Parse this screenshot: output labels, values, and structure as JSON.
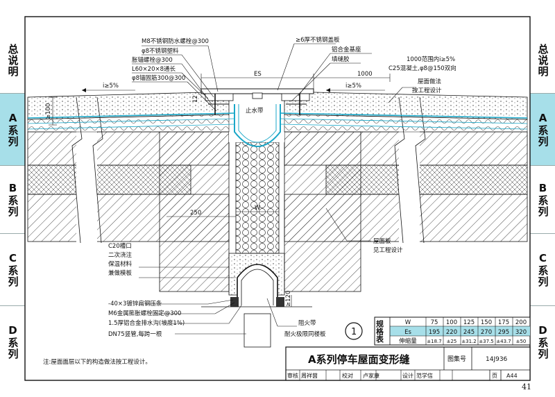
{
  "sidebar_left": [
    {
      "label": "总说明",
      "active": false
    },
    {
      "label": "A系列",
      "active": true
    },
    {
      "label": "B系列",
      "active": false
    },
    {
      "label": "C系列",
      "active": false
    },
    {
      "label": "D系列",
      "active": false
    }
  ],
  "sidebar_right": [
    {
      "label": "总说明",
      "active": false
    },
    {
      "label": "A系列",
      "active": true
    },
    {
      "label": "B系列",
      "active": false
    },
    {
      "label": "C系列",
      "active": false
    },
    {
      "label": "D系列",
      "active": false
    }
  ],
  "labels": {
    "m8_bolt": "M8不锈钢防水螺栓@300",
    "plastic_anchor": "φ8不锈钢塑料",
    "expansion_bolt": "胀锚螺栓@300",
    "angle_steel": "L60×20×8通长",
    "anchor_bar": "φ8锚固筋300@300",
    "cover_plate": "≥6厚不锈钢盖板",
    "al_base": "铝合金基座",
    "sealant": "填缝胶",
    "slope_note": "1000范围内i≥5%",
    "concrete_note": "C25混凝土,φ8@150双向",
    "roof_note_1": "屋面做法",
    "roof_note_2": "按工程设计",
    "dim_1000": "1000",
    "es": "ES",
    "slope_left": "i≥5%",
    "slope_right": "i≥5%",
    "dim_100": "≥100",
    "dim_12": "12",
    "water_stop": "止水带",
    "dim_250": "250",
    "dim_w": "W",
    "c20_1": "C20槽口",
    "c20_2": "二次浇注",
    "insulation": "保温材料",
    "formwork": "兼做模板",
    "slab_1": "屋面板",
    "slab_2": "见工程设计",
    "strip": "-40×3镀锌扁钢压条",
    "m6": "M6金属膨胀螺栓固定@300",
    "gutter": "1.5厚铝合金排水沟(坡度1%)",
    "downpipe": "DN75竖管,每跨一根",
    "dim_120": "≥120",
    "fire_1": "阻火带",
    "fire_2": "耐火极限同楼板",
    "detail_no": "1",
    "note": "注:屋面面层以下的构造做法按工程设计。"
  },
  "spec_table": {
    "row_header": "规格表",
    "headers": [
      "W",
      "Es",
      "伸缩量"
    ],
    "rows": [
      [
        "75",
        "195",
        "±18.7"
      ],
      [
        "100",
        "220",
        "±25"
      ],
      [
        "125",
        "245",
        "±31.2"
      ],
      [
        "150",
        "270",
        "±37.5"
      ],
      [
        "175",
        "295",
        "±43.7"
      ],
      [
        "200",
        "320",
        "±50"
      ]
    ]
  },
  "title_block": {
    "title": "A系列停车屋面变形缝",
    "atlas_label": "图集号",
    "atlas_no": "14J936",
    "review_label": "审核",
    "reviewer": "周祥茵",
    "check_label": "校对",
    "checker": "卢家康",
    "design_label": "设计",
    "designer": "范学信",
    "page_label": "页",
    "page_code": "A44"
  },
  "page_number": "41"
}
